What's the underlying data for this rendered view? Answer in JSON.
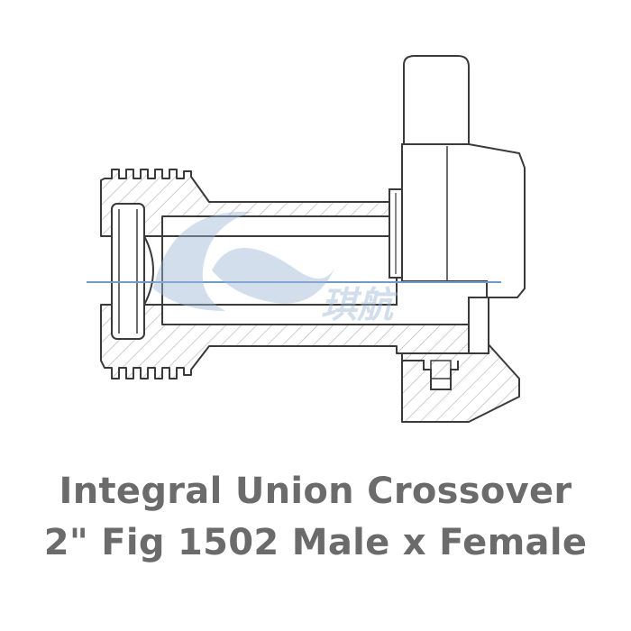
{
  "caption": {
    "line1": "Integral Union Crossover",
    "line2": "2\" Fig 1502 Male x Female"
  },
  "watermark": {
    "text": "琪航",
    "color": "#9db8d6"
  },
  "colors": {
    "outline": "#3a3a3a",
    "hatch": "#b8b8b8",
    "centerline": "#6f9ad0",
    "caption": "#6b6b6b"
  }
}
